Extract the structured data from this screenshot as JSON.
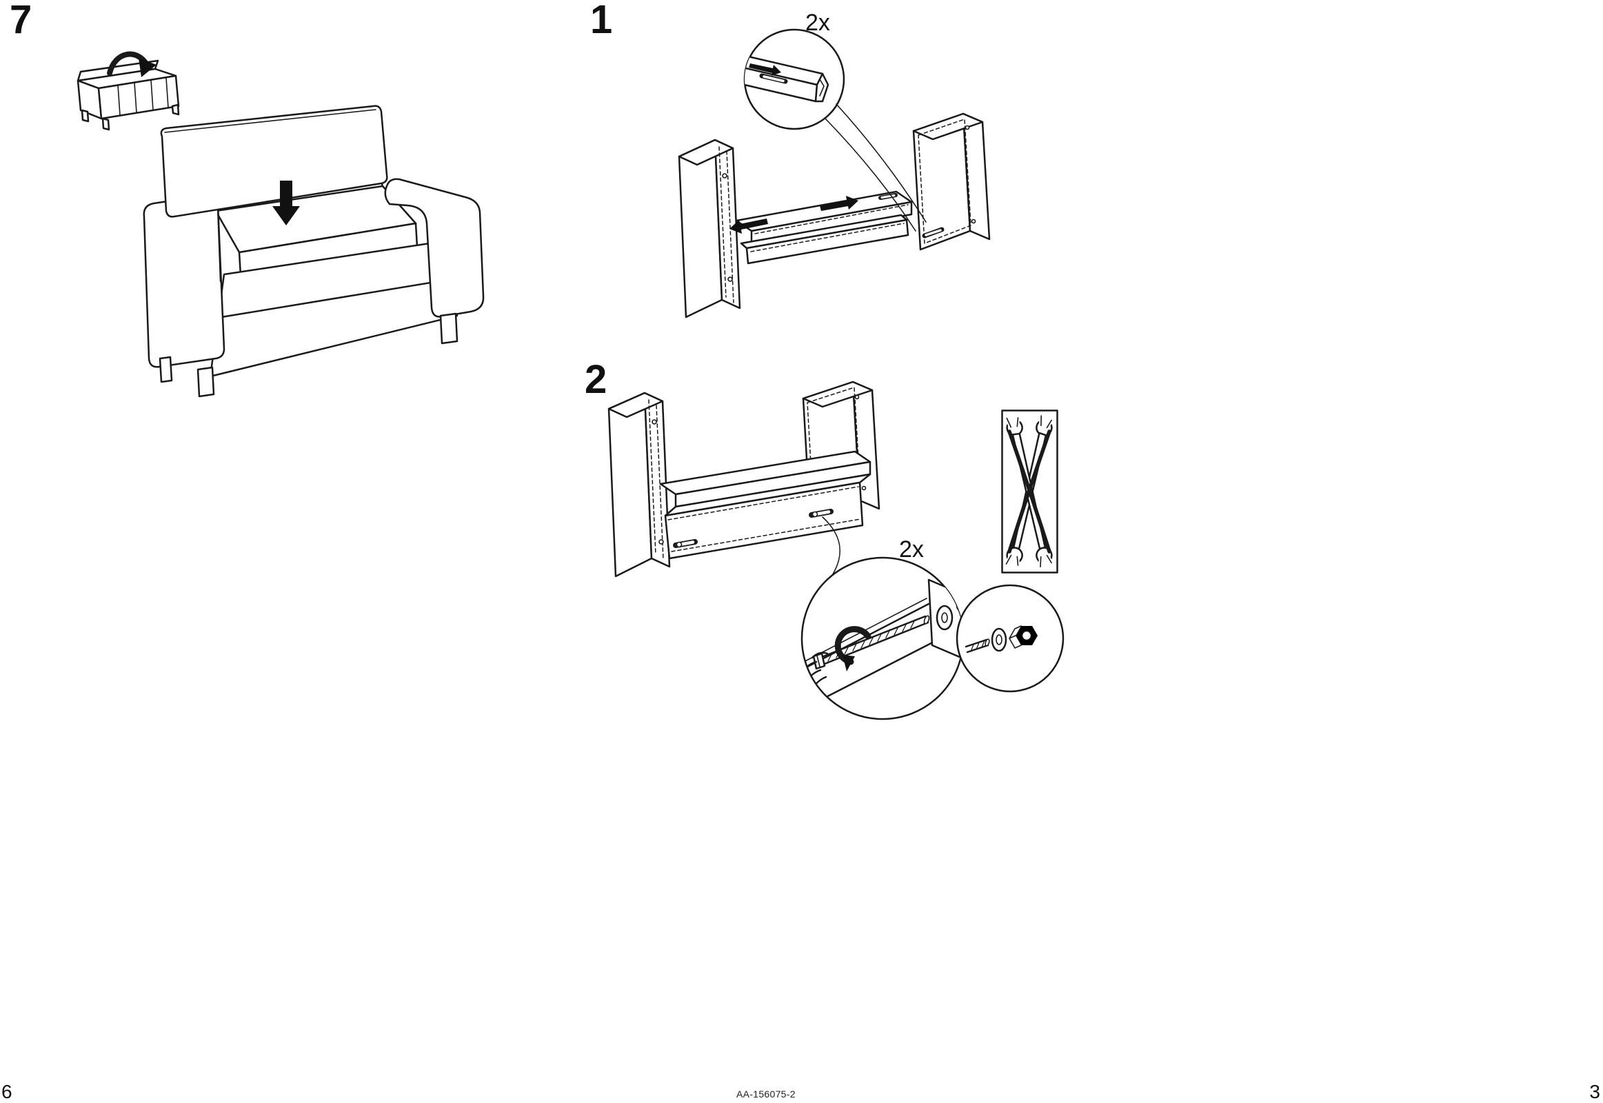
{
  "document": {
    "footer": {
      "left_page_number": "6",
      "right_page_number": "3",
      "doc_code": "AA-156075-2"
    }
  },
  "steps": [
    {
      "label": "7"
    },
    {
      "label": "1",
      "quantity": "2x"
    },
    {
      "label": "2",
      "quantity": "2x"
    }
  ],
  "colors": {
    "line": "#1a1a1a",
    "fill_black": "#111111",
    "background": "#ffffff"
  },
  "icons": {
    "down_arrow": "insert-direction-arrow",
    "curved_arrow": "fold-over-arrow",
    "slide_arrows": "slide-direction-arrows",
    "rotate_arrow": "turn-bolt-arrow",
    "no_tools": "crossed-wrenches-prohibited"
  }
}
